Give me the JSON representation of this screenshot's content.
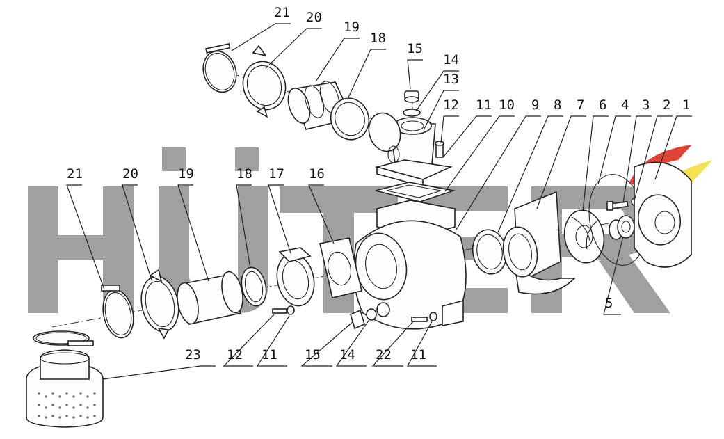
{
  "watermark": {
    "brand_text": "HÜTER",
    "color": "#9b9b9b",
    "logo_colors": [
      "#e03a2c",
      "#f6e04c"
    ]
  },
  "callouts": [
    {
      "id": "c21-top",
      "label": "21"
    },
    {
      "id": "c20-top",
      "label": "20"
    },
    {
      "id": "c19-top",
      "label": "19"
    },
    {
      "id": "c18-top",
      "label": "18"
    },
    {
      "id": "c15-top",
      "label": "15"
    },
    {
      "id": "c14-top",
      "label": "14"
    },
    {
      "id": "c13",
      "label": "13"
    },
    {
      "id": "c12-top",
      "label": "12"
    },
    {
      "id": "c11-top",
      "label": "11"
    },
    {
      "id": "c10",
      "label": "10"
    },
    {
      "id": "c9",
      "label": "9"
    },
    {
      "id": "c8",
      "label": "8"
    },
    {
      "id": "c7",
      "label": "7"
    },
    {
      "id": "c6",
      "label": "6"
    },
    {
      "id": "c4",
      "label": "4"
    },
    {
      "id": "c3",
      "label": "3"
    },
    {
      "id": "c2",
      "label": "2"
    },
    {
      "id": "c1",
      "label": "1"
    },
    {
      "id": "c21-left",
      "label": "21"
    },
    {
      "id": "c20-left",
      "label": "20"
    },
    {
      "id": "c19-left",
      "label": "19"
    },
    {
      "id": "c18-left",
      "label": "18"
    },
    {
      "id": "c17",
      "label": "17"
    },
    {
      "id": "c16",
      "label": "16"
    },
    {
      "id": "c5",
      "label": "5"
    },
    {
      "id": "c23",
      "label": "23"
    },
    {
      "id": "c12-bot",
      "label": "12"
    },
    {
      "id": "c11-bot",
      "label": "11"
    },
    {
      "id": "c15-bot",
      "label": "15"
    },
    {
      "id": "c14-bot",
      "label": "14"
    },
    {
      "id": "c22",
      "label": "22"
    },
    {
      "id": "c11-bot2",
      "label": "11"
    }
  ]
}
